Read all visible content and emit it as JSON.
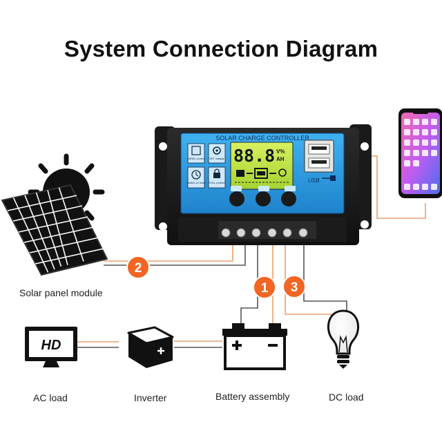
{
  "title": "System Connection Diagram",
  "controller": {
    "name": "SOLAR CHARGE CONTROLLER",
    "display_value": "88.8",
    "unit_top": "V%",
    "unit_bottom": "AH",
    "usb_label": "USB",
    "icon_labels": {
      "mode": "MENU control",
      "set": "SET voltage",
      "timer": "Switch on timer",
      "full": "FULL protect"
    }
  },
  "steps": [
    "1",
    "2",
    "3"
  ],
  "components": {
    "solar_panel": "Solar panel module",
    "ac_load": "AC load",
    "inverter": "Inverter",
    "battery": "Battery assembly",
    "dc_load": "DC load",
    "tv_text": "HD"
  },
  "colors": {
    "controller_blue": "#2e9ee6",
    "step_badge": "#f26522",
    "wire": "#e8a070"
  }
}
